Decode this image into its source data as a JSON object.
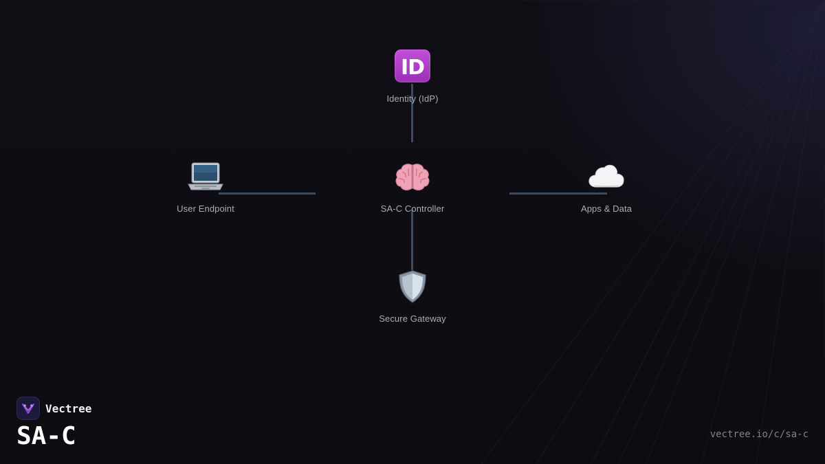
{
  "diagram": {
    "nodes": {
      "identity": {
        "label": "Identity (IdP)",
        "icon": "id-badge-icon"
      },
      "endpoint": {
        "label": "User Endpoint",
        "icon": "laptop-icon"
      },
      "controller": {
        "label": "SA-C Controller",
        "icon": "brain-icon"
      },
      "apps": {
        "label": "Apps & Data",
        "icon": "cloud-icon"
      },
      "gateway": {
        "label": "Secure Gateway",
        "icon": "shield-icon"
      }
    },
    "edges": [
      {
        "from": "identity",
        "to": "controller"
      },
      {
        "from": "endpoint",
        "to": "controller"
      },
      {
        "from": "controller",
        "to": "apps"
      },
      {
        "from": "controller",
        "to": "gateway"
      }
    ],
    "badge_text": "ID"
  },
  "brand": {
    "name": "Vectree",
    "product": "SA-C",
    "url": "vectree.io/c/sa-c"
  },
  "colors": {
    "connector": "#3f4b5c",
    "badge": "#b040cc",
    "label": "#a7adb9"
  }
}
